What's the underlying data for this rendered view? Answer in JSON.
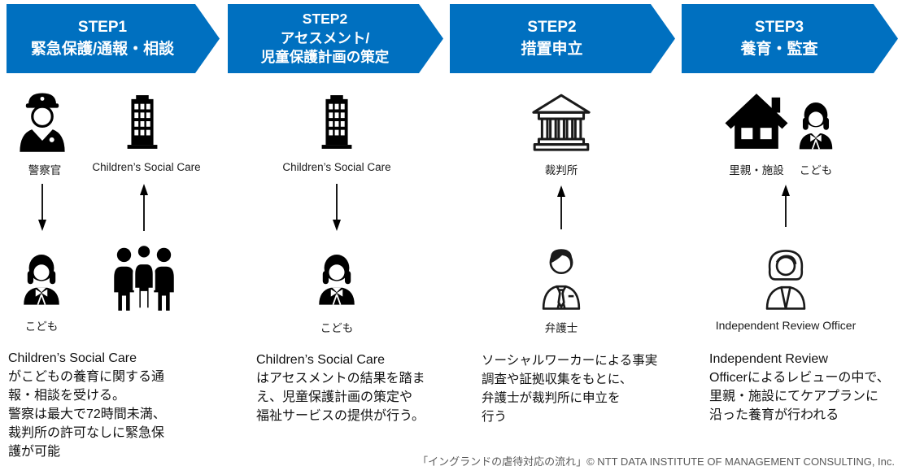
{
  "accent_blue": "#0070C0",
  "columns": [
    {
      "step": {
        "lines": [
          "STEP1",
          "緊急保護/通報・相談"
        ]
      },
      "actors": {
        "police": "警察官",
        "csc": "Children’s Social Care",
        "child": "こども"
      },
      "arrows": [
        "down-from-police-to-child",
        "up-from-people-to-csc"
      ],
      "description": "Children’s Social Care\nがこどもの養育に関する通\n報・相談を受ける。\n警察は最大で72時間未満、\n裁判所の許可なしに緊急保\n護が可能"
    },
    {
      "step": {
        "lines": [
          "STEP2",
          "アセスメント/",
          "児童保護計画の策定"
        ]
      },
      "actors": {
        "csc": "Children’s Social Care",
        "child": "こども"
      },
      "arrows": [
        "down-from-csc-to-child"
      ],
      "description": "Children’s Social Care\nはアセスメントの結果を踏ま\nえ、児童保護計画の策定や\n福祉サービスの提供が行う。"
    },
    {
      "step": {
        "lines": [
          "STEP2",
          "措置申立"
        ]
      },
      "actors": {
        "court": "裁判所",
        "lawyer": "弁護士"
      },
      "arrows": [
        "up-from-lawyer-to-court"
      ],
      "description": "ソーシャルワーカーによる事実\n調査や証拠収集をもとに、\n弁護士が裁判所に申立を\n行う"
    },
    {
      "step": {
        "lines": [
          "STEP3",
          "養育・監査"
        ]
      },
      "actors": {
        "home": "里親・施設",
        "child": "こども",
        "iro": "Independent Review Officer"
      },
      "arrows": [
        "up-from-iro-to-home"
      ],
      "description": "Independent Review\nOfficerによるレビューの中で、\n里親・施設にてケアプランに\n沿った養育が行われる"
    }
  ],
  "footer": {
    "credit": "「イングランドの虐待対応の流れ」© NTT DATA INSTITUTE OF MANAGEMENT CONSULTING, Inc."
  }
}
